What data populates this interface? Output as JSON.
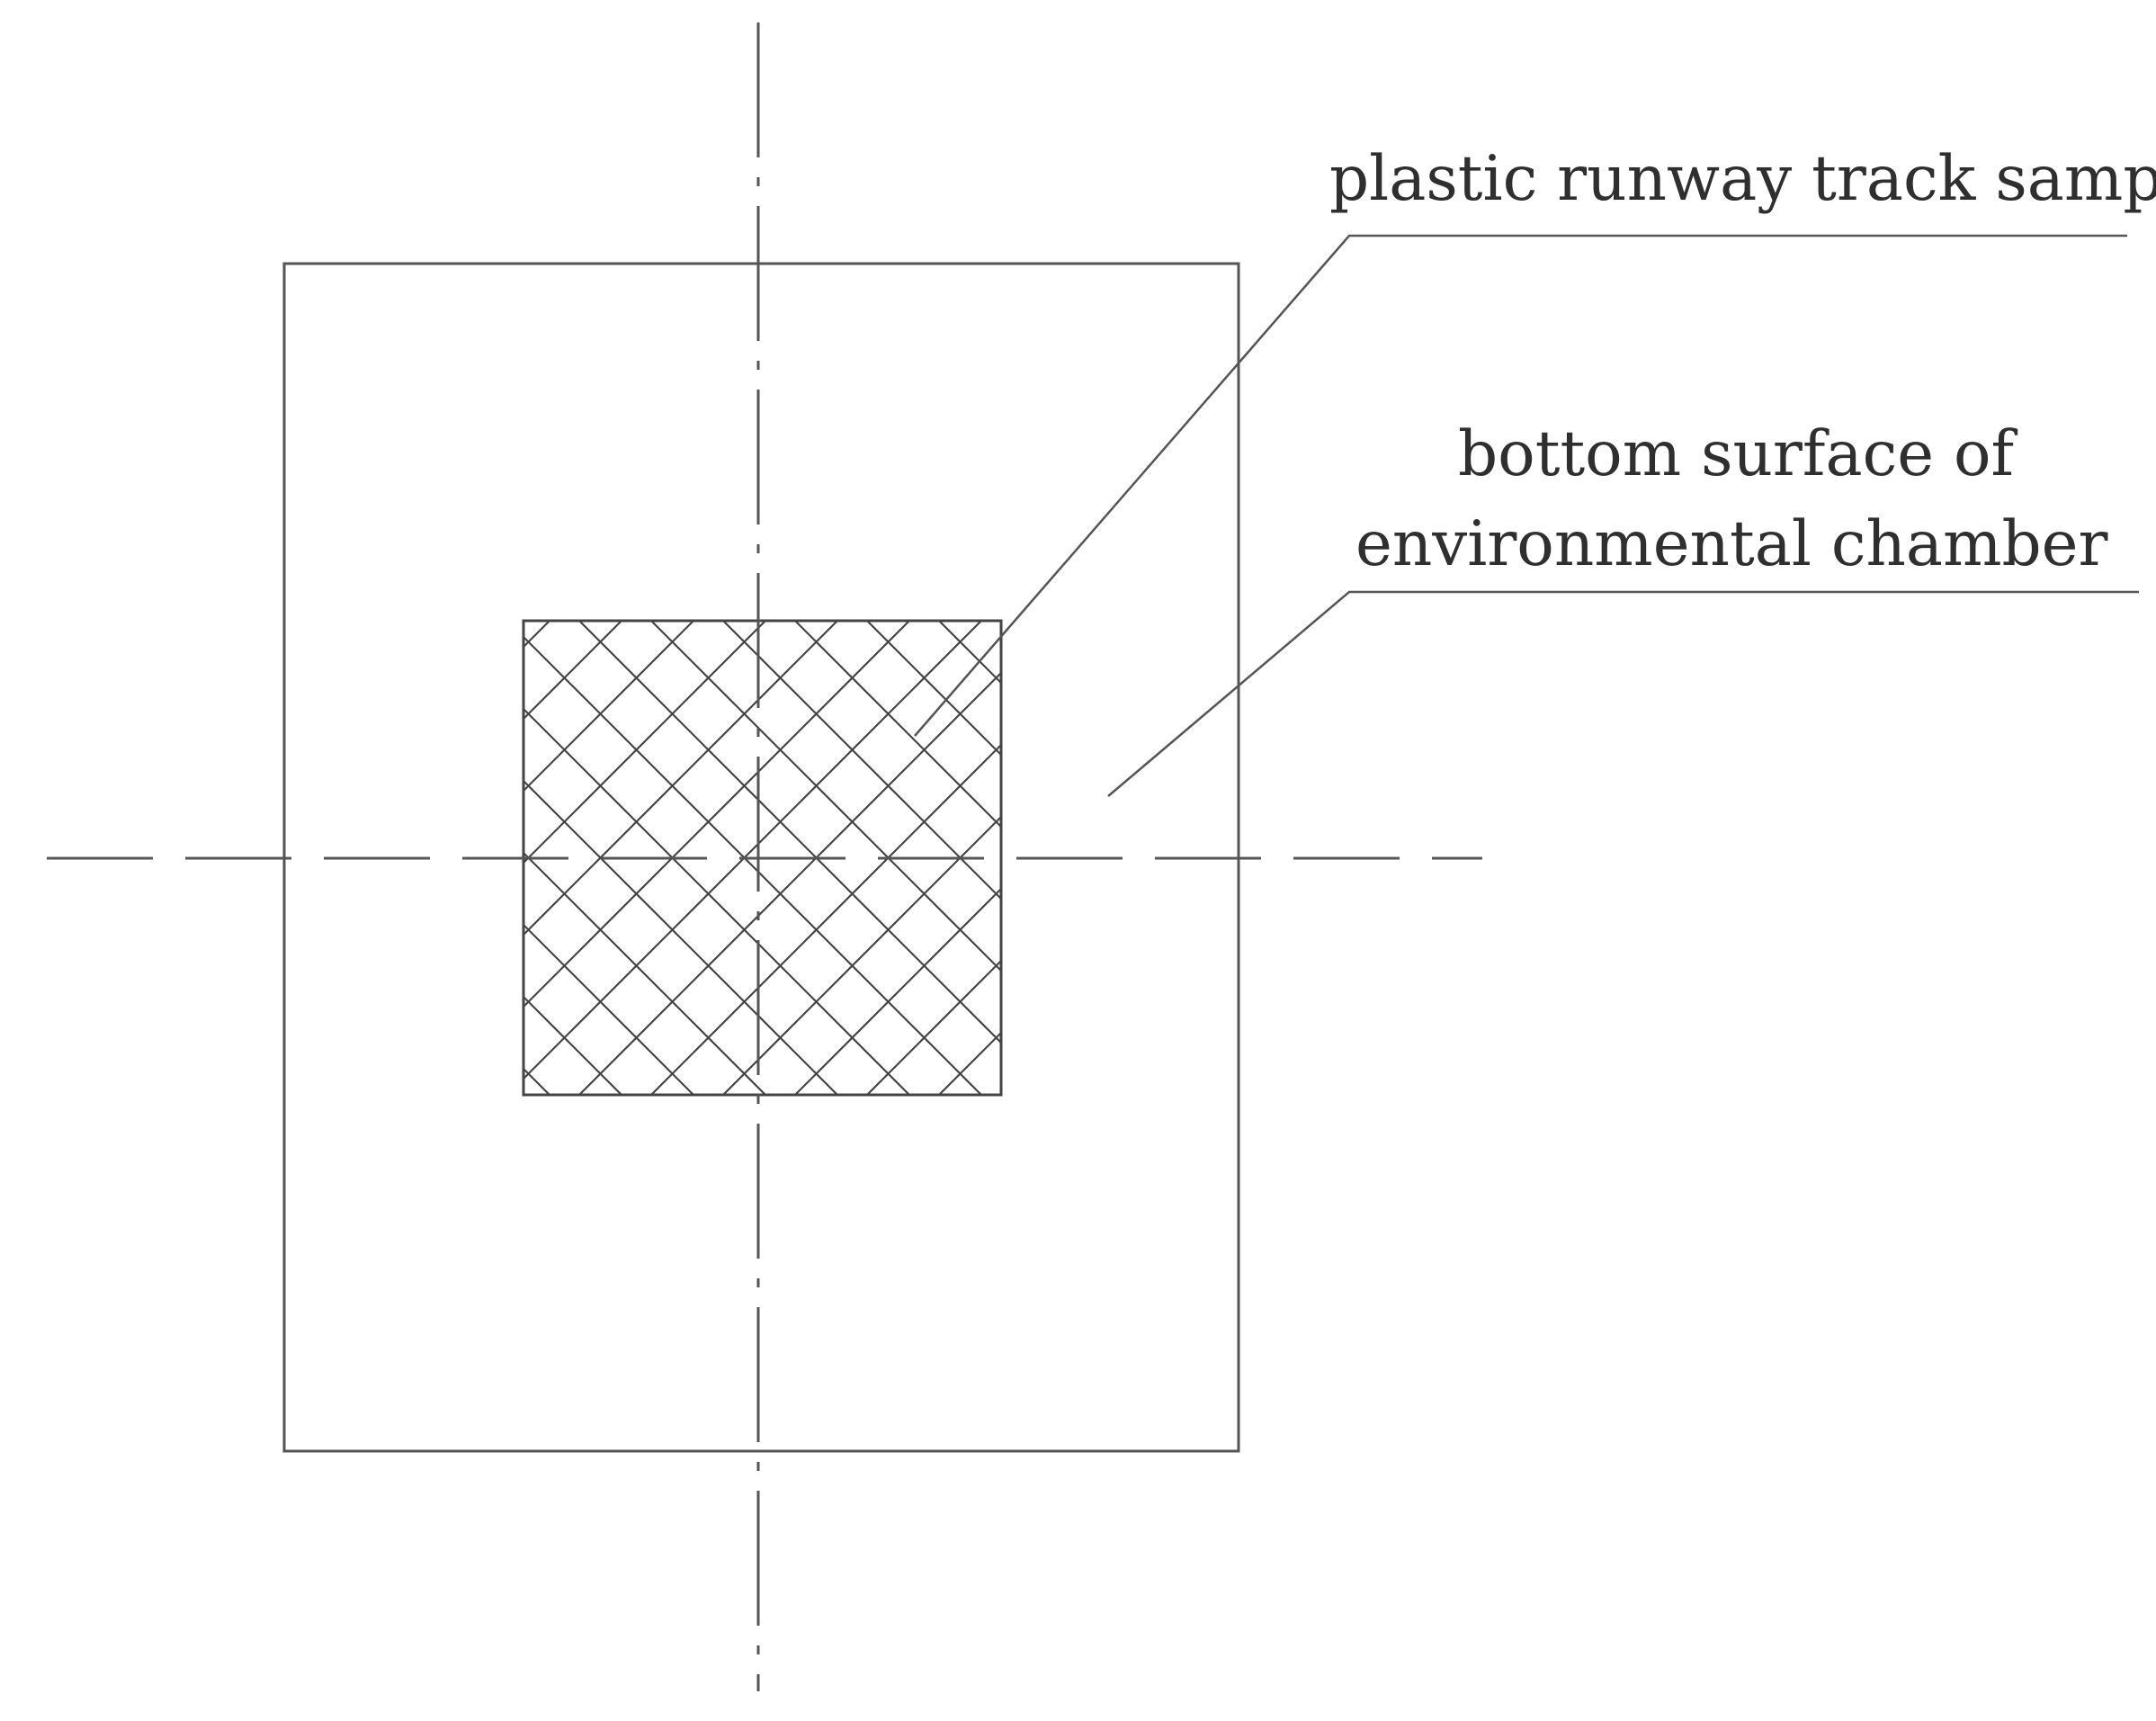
{
  "labels": {
    "sample": "plastic runway track sample",
    "chamber_line1": "bottom surface of",
    "chamber_line2": "environmental chamber"
  },
  "colors": {
    "stroke": "#555555",
    "hatch": "#444444",
    "text": "#2f2f2f",
    "background": "#ffffff"
  }
}
